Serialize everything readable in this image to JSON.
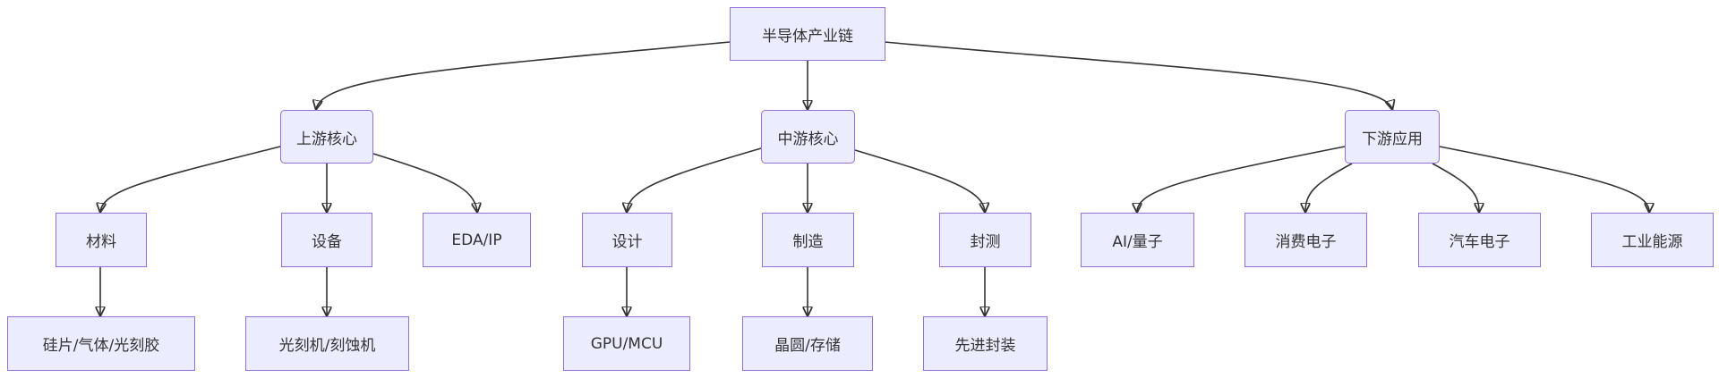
{
  "diagram": {
    "root": "半导体产业链",
    "upstream": {
      "label": "上游核心",
      "materials": "材料",
      "materials_detail": "硅片/气体/光刻胶",
      "equipment": "设备",
      "equipment_detail": "光刻机/刻蚀机",
      "eda": "EDA/IP"
    },
    "midstream": {
      "label": "中游核心",
      "design": "设计",
      "design_detail": "GPU/MCU",
      "manufacturing": "制造",
      "manufacturing_detail": "晶圆/存储",
      "packaging": "封测",
      "packaging_detail": "先进封装"
    },
    "downstream": {
      "label": "下游应用",
      "ai": "AI/量子",
      "consumer": "消费电子",
      "auto": "汽车电子",
      "industrial": "工业能源"
    },
    "colors": {
      "node_fill": "#ececff",
      "node_border": "#9370db",
      "edge": "#333333",
      "text": "#333333"
    }
  }
}
